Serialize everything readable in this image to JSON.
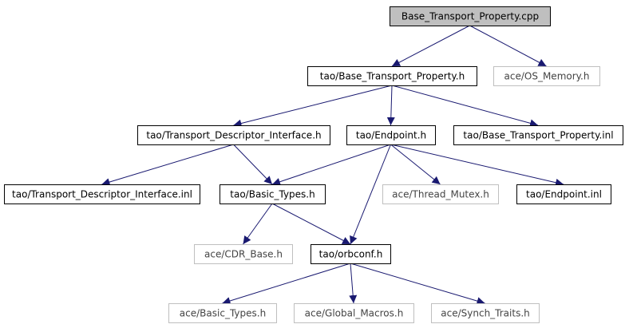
{
  "colors": {
    "edge": "#191970",
    "focus_fill": "#bfbfbf",
    "solid_border": "#000000",
    "solid_text": "#000000",
    "faded_border": "#bfbfbf",
    "faded_text": "#444444"
  },
  "nodes": [
    {
      "id": "base_transport_property_cpp",
      "label": "Base_Transport_Property.cpp",
      "style": "focus"
    },
    {
      "id": "tao_base_transport_property_h",
      "label": "tao/Base_Transport_Property.h",
      "style": "solid"
    },
    {
      "id": "ace_os_memory_h",
      "label": "ace/OS_Memory.h",
      "style": "faded"
    },
    {
      "id": "tao_transport_descriptor_interface_h",
      "label": "tao/Transport_Descriptor_Interface.h",
      "style": "solid"
    },
    {
      "id": "tao_endpoint_h",
      "label": "tao/Endpoint.h",
      "style": "solid"
    },
    {
      "id": "tao_base_transport_property_inl",
      "label": "tao/Base_Transport_Property.inl",
      "style": "solid"
    },
    {
      "id": "tao_transport_descriptor_interface_inl",
      "label": "tao/Transport_Descriptor_Interface.inl",
      "style": "solid"
    },
    {
      "id": "tao_basic_types_h",
      "label": "tao/Basic_Types.h",
      "style": "solid"
    },
    {
      "id": "ace_thread_mutex_h",
      "label": "ace/Thread_Mutex.h",
      "style": "faded"
    },
    {
      "id": "tao_endpoint_inl",
      "label": "tao/Endpoint.inl",
      "style": "solid"
    },
    {
      "id": "ace_cdr_base_h",
      "label": "ace/CDR_Base.h",
      "style": "faded"
    },
    {
      "id": "tao_orbconf_h",
      "label": "tao/orbconf.h",
      "style": "solid"
    },
    {
      "id": "ace_basic_types_h",
      "label": "ace/Basic_Types.h",
      "style": "faded"
    },
    {
      "id": "ace_global_macros_h",
      "label": "ace/Global_Macros.h",
      "style": "faded"
    },
    {
      "id": "ace_synch_traits_h",
      "label": "ace/Synch_Traits.h",
      "style": "faded"
    }
  ],
  "edges": [
    [
      "base_transport_property_cpp",
      "tao_base_transport_property_h"
    ],
    [
      "base_transport_property_cpp",
      "ace_os_memory_h"
    ],
    [
      "tao_base_transport_property_h",
      "tao_transport_descriptor_interface_h"
    ],
    [
      "tao_base_transport_property_h",
      "tao_endpoint_h"
    ],
    [
      "tao_base_transport_property_h",
      "tao_base_transport_property_inl"
    ],
    [
      "tao_transport_descriptor_interface_h",
      "tao_transport_descriptor_interface_inl"
    ],
    [
      "tao_transport_descriptor_interface_h",
      "tao_basic_types_h"
    ],
    [
      "tao_endpoint_h",
      "tao_basic_types_h"
    ],
    [
      "tao_endpoint_h",
      "ace_thread_mutex_h"
    ],
    [
      "tao_endpoint_h",
      "tao_endpoint_inl"
    ],
    [
      "tao_endpoint_h",
      "tao_orbconf_h"
    ],
    [
      "tao_basic_types_h",
      "ace_cdr_base_h"
    ],
    [
      "tao_basic_types_h",
      "tao_orbconf_h"
    ],
    [
      "tao_orbconf_h",
      "ace_basic_types_h"
    ],
    [
      "tao_orbconf_h",
      "ace_global_macros_h"
    ],
    [
      "tao_orbconf_h",
      "ace_synch_traits_h"
    ]
  ]
}
